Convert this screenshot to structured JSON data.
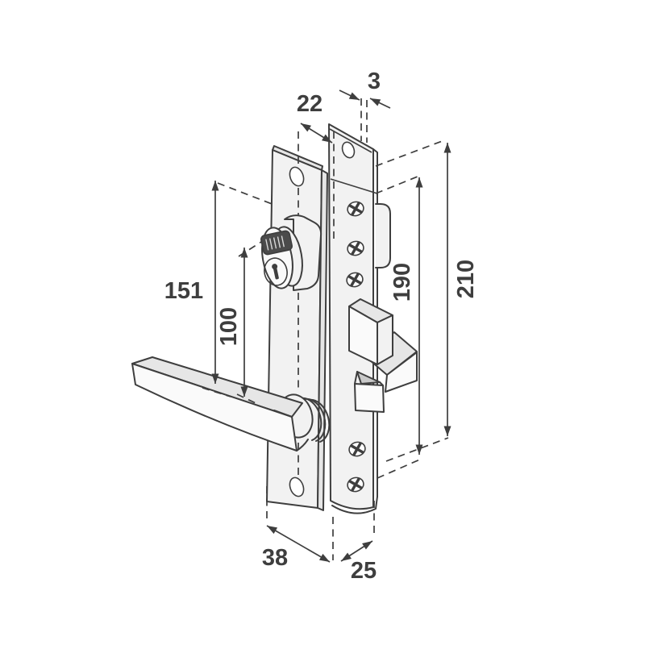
{
  "diagram": {
    "type": "technical-dimension-drawing",
    "subject": "mortise lock case with cylinder and lever handle",
    "dimensions": {
      "left_outer": "151",
      "left_inner": "100",
      "right_inner": "190",
      "right_outer": "210",
      "top_width": "22",
      "top_thickness": "3",
      "bottom_depth": "38",
      "bottom_width": "25"
    }
  },
  "colors": {
    "background": "#ffffff",
    "line": "#3e3e3e",
    "surface": "#f2f2f2",
    "surface_light": "#fafafa",
    "surface_top": "#e6e6e6",
    "shade": "#c9c9c9",
    "band": "#4b4b4b",
    "hatch": "#8f8f8f"
  }
}
